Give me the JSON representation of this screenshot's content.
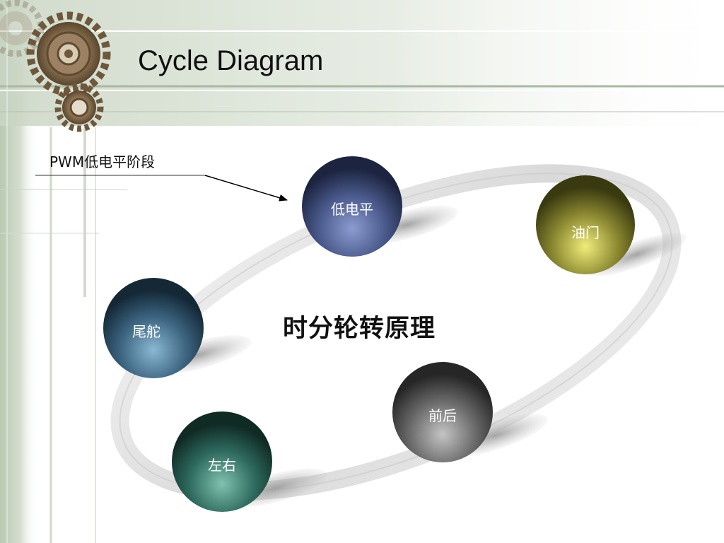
{
  "slide": {
    "title": "Cycle Diagram",
    "callout_label": "PWM低电平阶段",
    "center_text": "时分轮转原理"
  },
  "nodes": [
    {
      "id": "low-level",
      "label": "低电平",
      "color": "#4a5a8c"
    },
    {
      "id": "throttle",
      "label": "油门",
      "color": "#8a8830"
    },
    {
      "id": "rudder",
      "label": "尾舵",
      "color": "#3c6480"
    },
    {
      "id": "pitch",
      "label": "前后",
      "color": "#6a6a6a"
    },
    {
      "id": "roll",
      "label": "左右",
      "color": "#2e6a5e"
    }
  ],
  "icons": [
    "gear-icon-large",
    "gear-icon-small",
    "gear-icon-faded"
  ]
}
